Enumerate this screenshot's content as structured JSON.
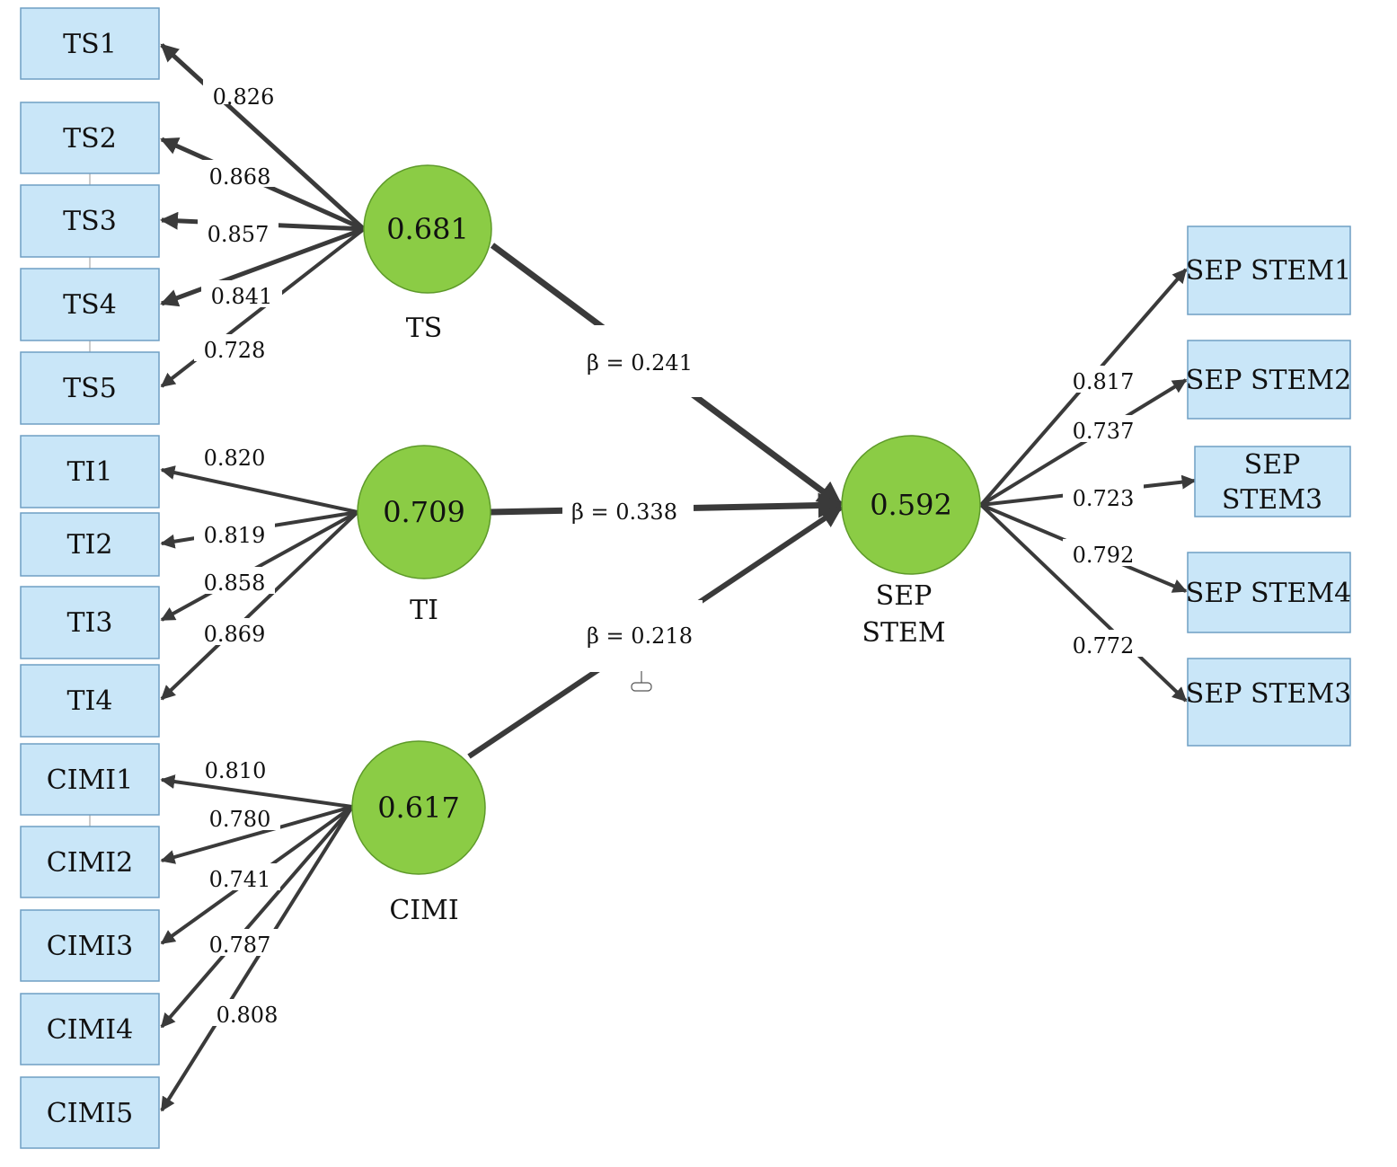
{
  "indicators": {
    "ts1": "TS1",
    "ts2": "TS2",
    "ts3": "TS3",
    "ts4": "TS4",
    "ts5": "TS5",
    "ti1": "TI1",
    "ti2": "TI2",
    "ti3": "TI3",
    "ti4": "TI4",
    "cimi1": "CIMI1",
    "cimi2": "CIMI2",
    "cimi3": "CIMI3",
    "cimi4": "CIMI4",
    "cimi5": "CIMI5",
    "sep1": "SEP STEM1",
    "sep2": "SEP STEM2",
    "sep3_line1": "SEP",
    "sep3_line2": "STEM3",
    "sep4": "SEP STEM4",
    "sep5": "SEP STEM3"
  },
  "latents": {
    "ts": {
      "value": "0.681",
      "name": "TS"
    },
    "ti": {
      "value": "0.709",
      "name": "TI"
    },
    "cimi": {
      "value": "0.617",
      "name": "CIMI"
    },
    "sep": {
      "value": "0.592",
      "name_line1": "SEP",
      "name_line2": "STEM"
    }
  },
  "loadings": {
    "ts1": "0.826",
    "ts2": "0.868",
    "ts3": "0.857",
    "ts4": "0.841",
    "ts5": "0.728",
    "ti1": "0.820",
    "ti2": "0.819",
    "ti3": "0.858",
    "ti4": "0.869",
    "cimi1": "0.810",
    "cimi2": "0.780",
    "cimi3": "0.741",
    "cimi4": "0.787",
    "cimi5": "0.808",
    "sep1": "0.817",
    "sep2": "0.737",
    "sep3": "0.723",
    "sep4": "0.792",
    "sep5": "0.772"
  },
  "paths": {
    "ts_sep": "β  = 0.241",
    "ti_sep": "β  = 0.338",
    "cimi_sep": "β  = 0.218"
  },
  "colors": {
    "indicator_fill": "#c9e6f8",
    "latent_fill": "#8bcc45",
    "arrow": "#3a3a3a"
  }
}
